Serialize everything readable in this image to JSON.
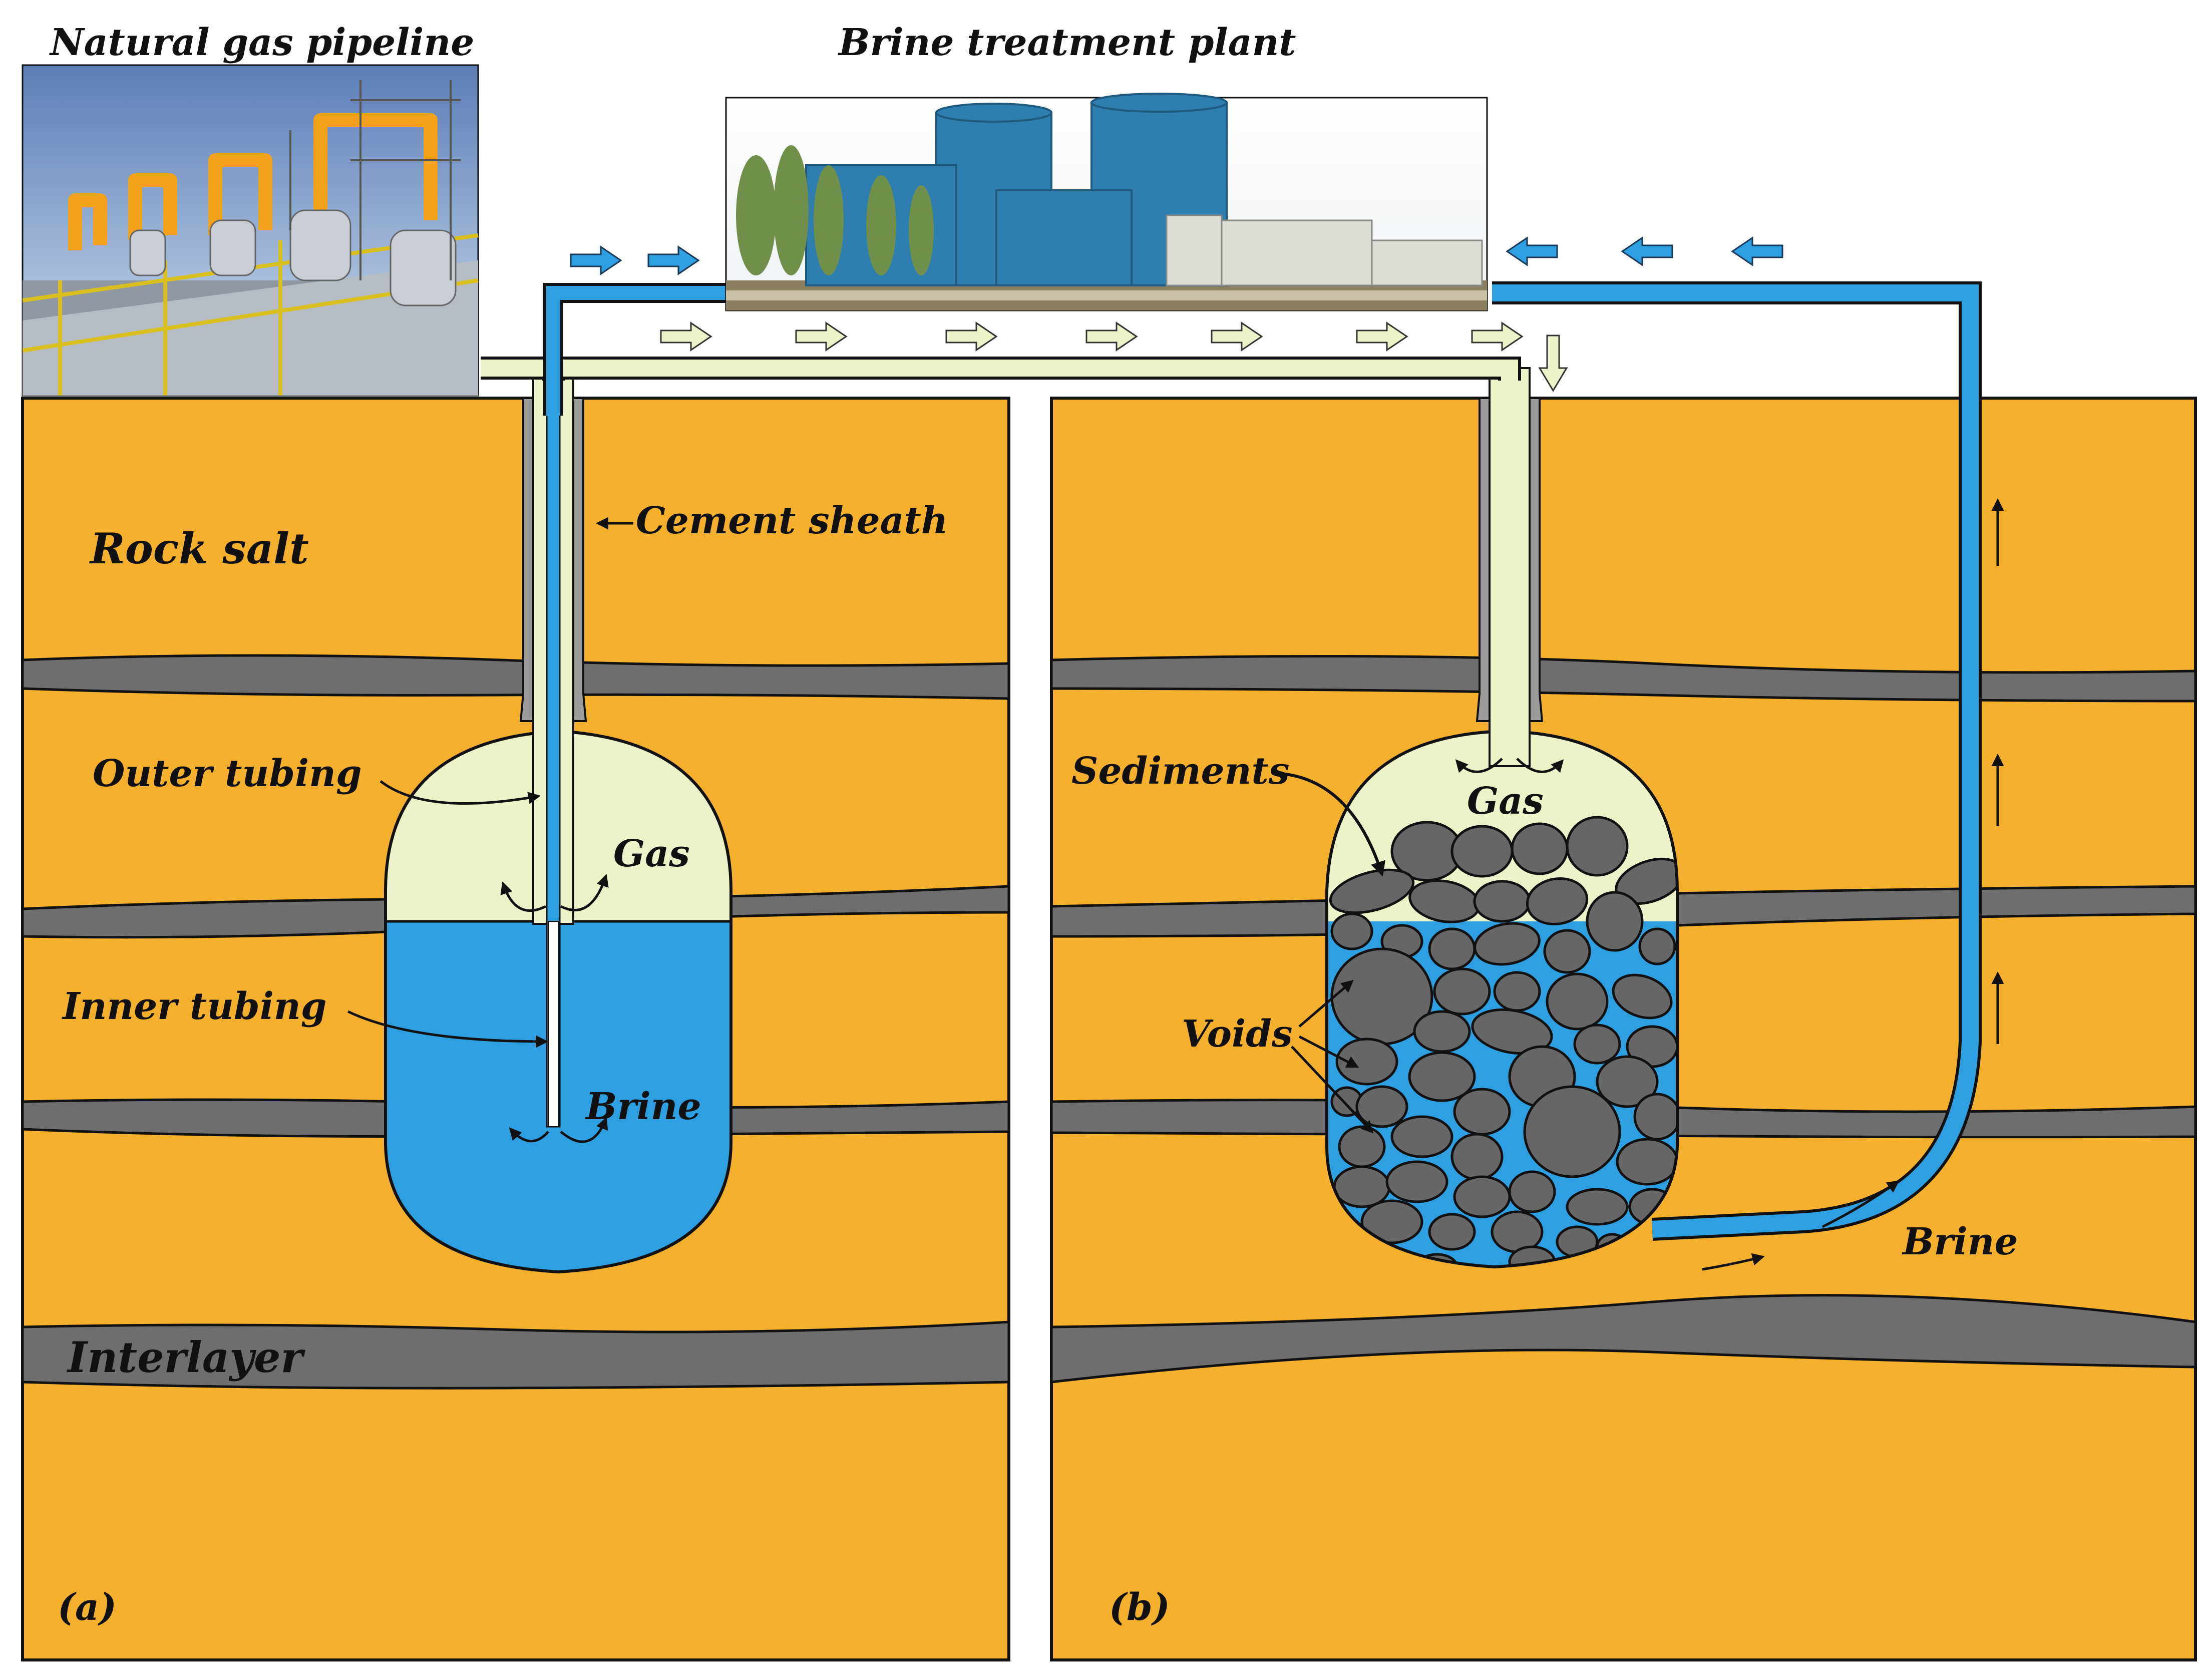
{
  "labels": {
    "natural_gas_pipeline": "Natural gas pipeline",
    "brine_treatment_plant": "Brine treatment plant",
    "cement_sheath": "Cement sheath",
    "rock_salt": "Rock salt",
    "outer_tubing": "Outer tubing",
    "gas_a": "Gas",
    "inner_tubing": "Inner tubing",
    "brine_a": "Brine",
    "interlayer": "Interlayer",
    "panel_a": "(a)",
    "sediments": "Sediments",
    "gas_b": "Gas",
    "voids": "Voids",
    "brine_b": "Brine",
    "panel_b": "(b)"
  },
  "colors": {
    "rock_salt": "#F5B02E",
    "interlayer": "#6E6E6E",
    "gas": "#EEF2C8",
    "brine": "#2E9FE0",
    "sediment": "#666666",
    "cement": "#9C9C9C",
    "outline": "#111111"
  },
  "icons": {
    "gas_flow_arrow": "right-arrow-pale",
    "brine_flow_arrow": "left-arrow-blue",
    "brine_inflow_arrow": "right-arrow-blue",
    "brine_up_arrow": "up-arrow-black"
  }
}
